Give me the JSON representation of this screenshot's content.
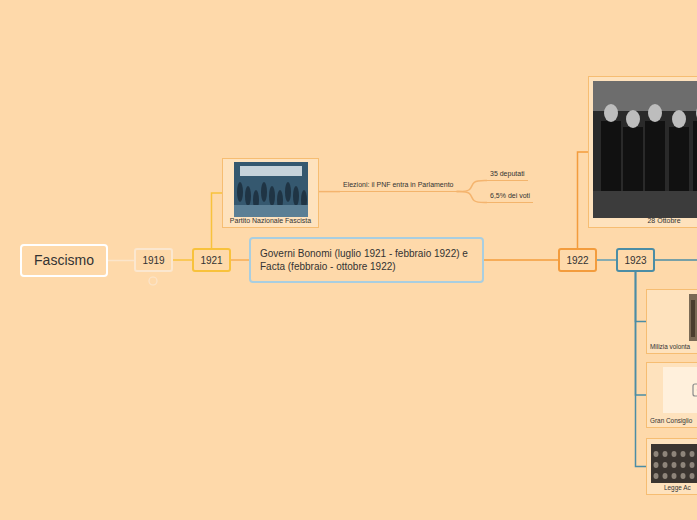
{
  "diagram": {
    "nodes": [
      {
        "text": [
          "Fascismo"
        ]
      },
      {
        "text": [
          "1919"
        ]
      },
      {
        "text": [
          "1921"
        ]
      },
      {
        "text": [
          "Partito Nazionale Fascista"
        ]
      },
      {
        "text": [
          "Governi Bonomi (luglio 1921 - febbraio 1922) e Facta (febbraio - ottobre 1922)"
        ]
      },
      {
        "text": [
          "Elezioni: il PNF entra in Parlamento"
        ]
      },
      {
        "text": [
          "35 deputati"
        ]
      },
      {
        "text": [
          "6,5% dei voti"
        ]
      },
      {
        "text": [
          "1922"
        ]
      },
      {
        "text": [
          "28 Ottobre"
        ]
      },
      {
        "text": [
          "1923"
        ]
      },
      {
        "text": [
          "Milizia volonta"
        ]
      },
      {
        "text": [
          "Gran Consiglio"
        ]
      },
      {
        "text": [
          "Legge Ac"
        ]
      }
    ],
    "edges": [
      {
        "from": 0,
        "to": 1,
        "arrow": "none"
      },
      {
        "from": 1,
        "to": 2,
        "arrow": "none"
      },
      {
        "from": 2,
        "to": 3,
        "arrow": "none"
      },
      {
        "from": 2,
        "to": 4,
        "arrow": "none"
      },
      {
        "from": 3,
        "to": 5,
        "arrow": "none"
      },
      {
        "from": 5,
        "to": 6,
        "arrow": "none"
      },
      {
        "from": 5,
        "to": 7,
        "arrow": "none"
      },
      {
        "from": 4,
        "to": 8,
        "arrow": "none"
      },
      {
        "from": 8,
        "to": 9,
        "arrow": "none"
      },
      {
        "from": 8,
        "to": 10,
        "arrow": "none"
      },
      {
        "from": 10,
        "to": 11,
        "arrow": "none"
      },
      {
        "from": 10,
        "to": 12,
        "arrow": "none"
      },
      {
        "from": 10,
        "to": 13,
        "arrow": "none"
      }
    ]
  }
}
